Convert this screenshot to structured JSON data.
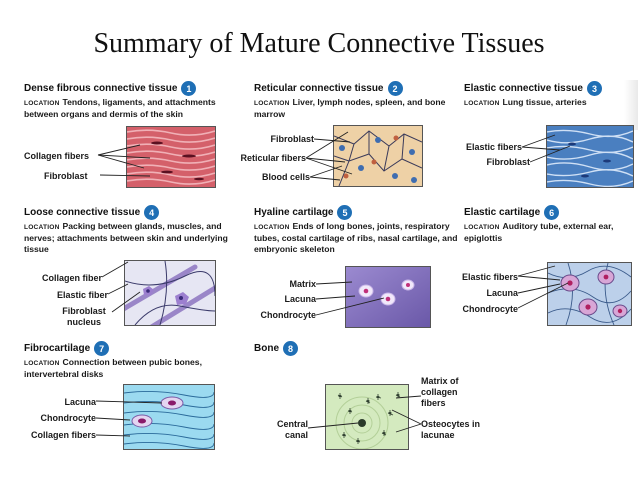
{
  "title": "Summary of Mature Connective Tissues",
  "location_tag": "LOCATION",
  "tissues": [
    {
      "name": "Dense fibrous connective tissue",
      "number": "1",
      "location": "Tendons, ligaments, and attachments between organs and dermis of the skin",
      "labels": [
        "Collagen fibers",
        "Fibroblast"
      ]
    },
    {
      "name": "Reticular connective tissue",
      "number": "2",
      "location": "Liver, lymph nodes, spleen, and bone marrow",
      "labels": [
        "Fibroblast",
        "Reticular fibers",
        "Blood cells"
      ]
    },
    {
      "name": "Elastic connective tissue",
      "number": "3",
      "location": "Lung tissue, arteries",
      "labels": [
        "Elastic fibers",
        "Fibroblast"
      ]
    },
    {
      "name": "Loose connective tissue",
      "number": "4",
      "location": "Packing between glands, muscles, and nerves; attachments between skin and underlying tissue",
      "labels": [
        "Collagen fiber",
        "Elastic fiber",
        "Fibroblast nucleus"
      ]
    },
    {
      "name": "Hyaline cartilage",
      "number": "5",
      "location": "Ends of long bones, joints, respiratory tubes, costal cartilage of ribs, nasal cartilage, and embryonic skeleton",
      "labels": [
        "Matrix",
        "Lacuna",
        "Chondrocyte"
      ]
    },
    {
      "name": "Elastic cartilage",
      "number": "6",
      "location": "Auditory tube, external ear, epiglottis",
      "labels": [
        "Elastic fibers",
        "Lacuna",
        "Chondrocyte"
      ]
    },
    {
      "name": "Fibrocartilage",
      "number": "7",
      "location": "Connection between pubic bones, intervertebral disks",
      "labels": [
        "Lacuna",
        "Chondrocyte",
        "Collagen fibers"
      ]
    },
    {
      "name": "Bone",
      "number": "8",
      "location": "",
      "labels": [
        "Central canal",
        "Matrix of collagen fibers",
        "Osteocytes in lacunae"
      ]
    }
  ],
  "colors": {
    "badge": "#1f6fb5",
    "dense": "#c9434d",
    "reticular": "#e9c79a",
    "elastic": "#3d73b8",
    "loose": "#dcdcef",
    "hyaline": "#8a78c2",
    "elastic_cartilage": "#b7cbe6",
    "fibrocartilage": "#8fd4ea",
    "bone": "#cfe6b4"
  }
}
